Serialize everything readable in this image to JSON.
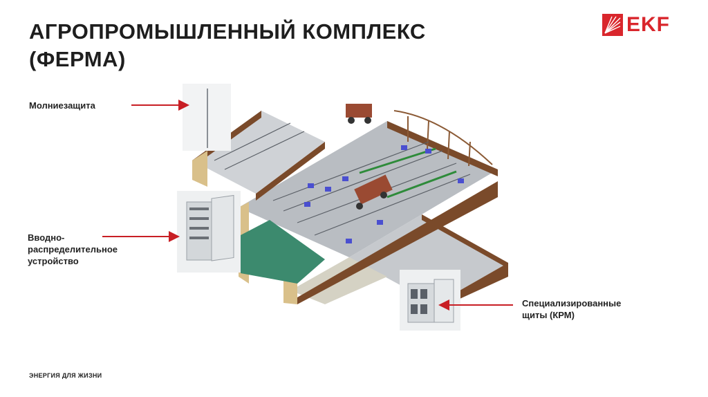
{
  "slide": {
    "title_line1": "АГРОПРОМЫШЛЕННЫЙ КОМПЛЕКС",
    "title_line2": "(ФЕРМА)",
    "footer": "ЭНЕРГИЯ ДЛЯ ЖИЗНИ"
  },
  "logo": {
    "text": "EKF",
    "icon": "ekf-logo-icon",
    "color": "#d9262c"
  },
  "callouts": {
    "lightning": {
      "label": "Молниезащита"
    },
    "vru": {
      "line1": "Вводно-",
      "line2": "распределительное",
      "line3": "устройство"
    },
    "krm": {
      "line1": "Специализированные",
      "line2": "щиты (КРМ)"
    }
  },
  "colors": {
    "arrow": "#c81e24",
    "wall": "#7a4a2a",
    "roof": "#3c8a6e",
    "floor": "#b9bdc2"
  }
}
